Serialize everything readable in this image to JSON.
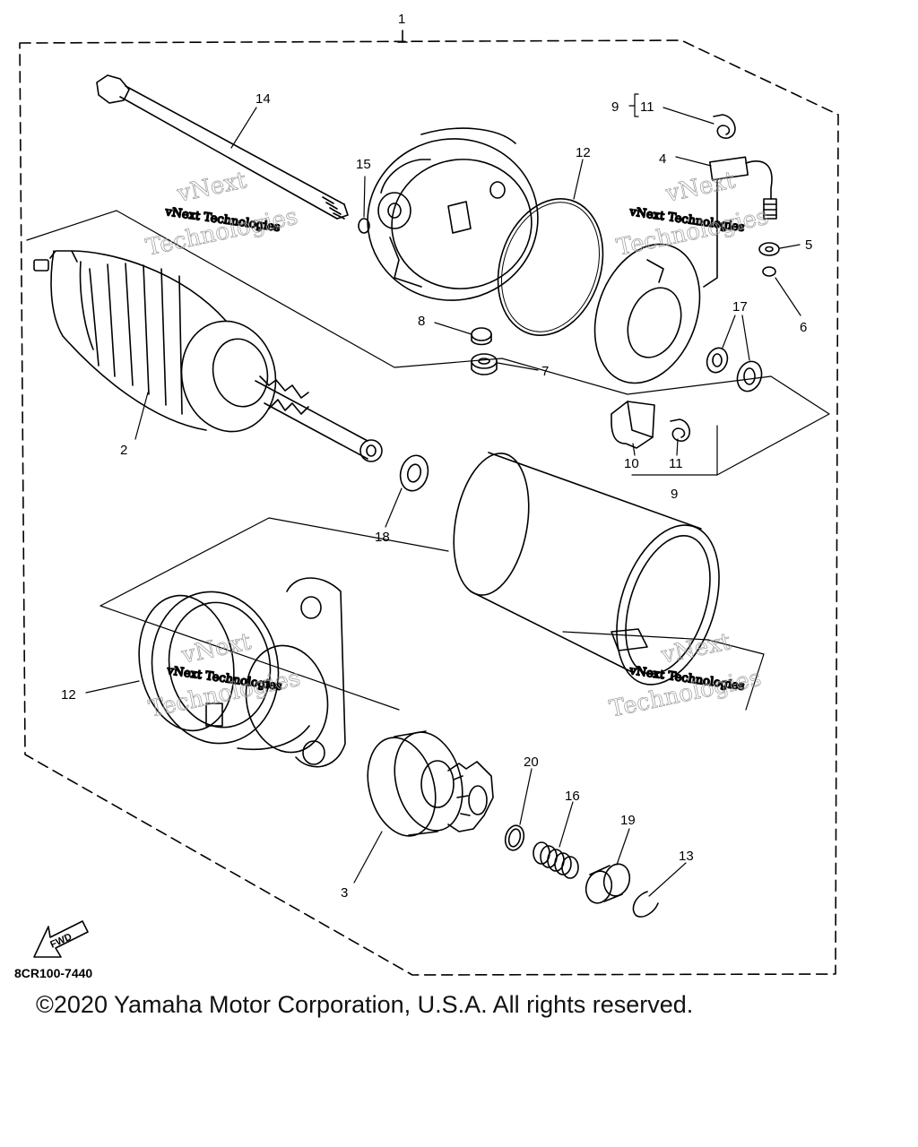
{
  "callouts": {
    "c1": "1",
    "c2": "2",
    "c3": "3",
    "c4": "4",
    "c5": "5",
    "c6": "6",
    "c7": "7",
    "c8": "8",
    "c9a": "9",
    "c9b": "9",
    "c10": "10",
    "c11a": "11",
    "c11b": "11",
    "c12a": "12",
    "c12b": "12",
    "c13": "13",
    "c14": "14",
    "c15": "15",
    "c16": "16",
    "c17": "17",
    "c18": "18",
    "c19": "19",
    "c20": "20"
  },
  "watermark": {
    "line_small": "vNext Technologies",
    "line_top": "vNext",
    "line_bottom": "Technologies"
  },
  "fwd_label": "FWD",
  "diagram_code": "8CR100-7440",
  "copyright": "©2020 Yamaha Motor Corporation, U.S.A. All rights reserved.",
  "colors": {
    "ink": "#000000",
    "watermark": "#9a9a9a",
    "background": "#ffffff"
  }
}
